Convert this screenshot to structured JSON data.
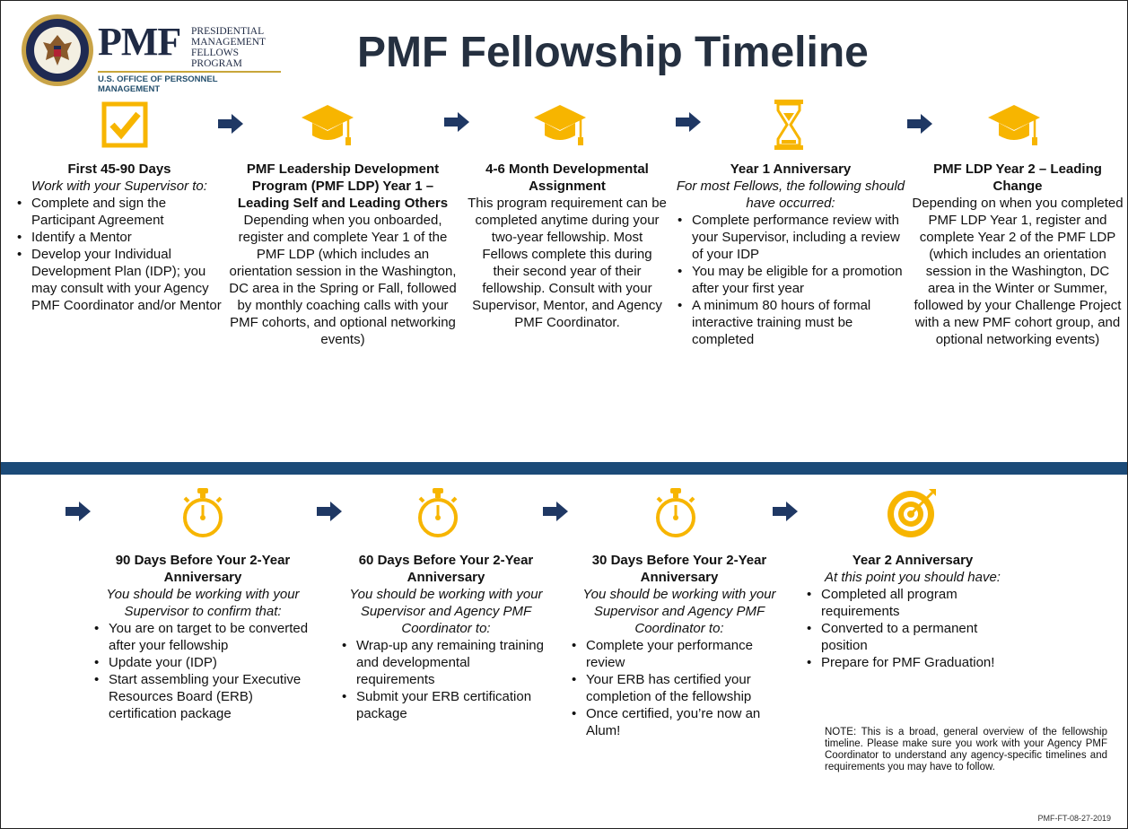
{
  "header": {
    "logo_mark": "PMF",
    "logo_program_lines": [
      "PRESIDENTIAL",
      "MANAGEMENT",
      "FELLOWS PROGRAM"
    ],
    "logo_org": "U.S. OFFICE OF PERSONNEL MANAGEMENT",
    "title": "PMF Fellowship Timeline"
  },
  "colors": {
    "gold": "#f7b500",
    "navy_arrow": "#1f3864",
    "divider": "#1b4a78",
    "title": "#253040"
  },
  "row1": [
    {
      "icon": "checkbox-icon",
      "title": "First 45-90 Days",
      "subtitle": "Work with your Supervisor to:",
      "bullets": [
        "Complete and sign the Participant Agreement",
        "Identify a Mentor",
        "Develop your Individual Development Plan (IDP); you may consult with your Agency PMF Coordinator and/or Mentor"
      ]
    },
    {
      "icon": "graduation-cap-icon",
      "title": "PMF Leadership Development Program (PMF LDP) Year 1 – Leading Self and Leading Others",
      "body": "Depending when you onboarded, register and complete Year 1 of the PMF LDP (which includes an orientation session in the Washington, DC area in the Spring or Fall, followed by monthly coaching calls with your PMF cohorts, and optional networking events)"
    },
    {
      "icon": "graduation-cap-icon",
      "title": "4-6 Month Developmental Assignment",
      "body": "This program requirement can be completed anytime during your two-year fellowship.  Most Fellows complete this during their second year of their fellowship. Consult with your Supervisor, Mentor, and Agency PMF Coordinator."
    },
    {
      "icon": "hourglass-icon",
      "title": "Year 1 Anniversary",
      "subtitle": "For most Fellows, the following should have occurred:",
      "bullets": [
        "Complete performance review with your Supervisor, including a review of your IDP",
        "You may be eligible for a promotion after your first year",
        "A minimum 80 hours of formal interactive training must be completed"
      ]
    },
    {
      "icon": "graduation-cap-icon",
      "title": "PMF LDP Year 2 – Leading Change",
      "body": "Depending on when you completed PMF LDP Year 1, register and complete Year 2 of the PMF LDP (which includes an orientation session in the Washington, DC area in the Winter or Summer, followed by your Challenge Project with a new PMF cohort group, and optional networking events)"
    }
  ],
  "row2": [
    {
      "icon": "stopwatch-icon",
      "title": "90 Days Before Your 2-Year Anniversary",
      "subtitle": "You should be working with your Supervisor to confirm that:",
      "bullets": [
        "You are on target to be converted after your fellowship",
        "Update your (IDP)",
        "Start assembling your Executive Resources Board (ERB) certification package"
      ]
    },
    {
      "icon": "stopwatch-icon",
      "title": "60 Days Before Your 2-Year Anniversary",
      "subtitle": "You should be working with your Supervisor and Agency PMF Coordinator to:",
      "bullets": [
        "Wrap-up any remaining training and developmental requirements",
        "Submit your ERB certification package"
      ]
    },
    {
      "icon": "stopwatch-icon",
      "title": "30 Days Before Your 2-Year Anniversary",
      "subtitle": "You should be working with your Supervisor and Agency PMF Coordinator to:",
      "bullets": [
        "Complete your performance review",
        "Your ERB has certified your completion of the fellowship",
        "Once certified, you’re now an Alum!"
      ]
    },
    {
      "icon": "target-icon",
      "title": "Year 2 Anniversary",
      "subtitle": "At this point you should have:",
      "bullets": [
        "Completed all program requirements",
        "Converted to a permanent position",
        "Prepare for PMF Graduation!"
      ]
    }
  ],
  "note": "NOTE: This is a broad, general overview of the fellowship timeline.  Please make sure you work with your Agency PMF Coordinator to understand any agency-specific timelines and requirements you may have to follow.",
  "footer_code": "PMF-FT-08-27-2019"
}
